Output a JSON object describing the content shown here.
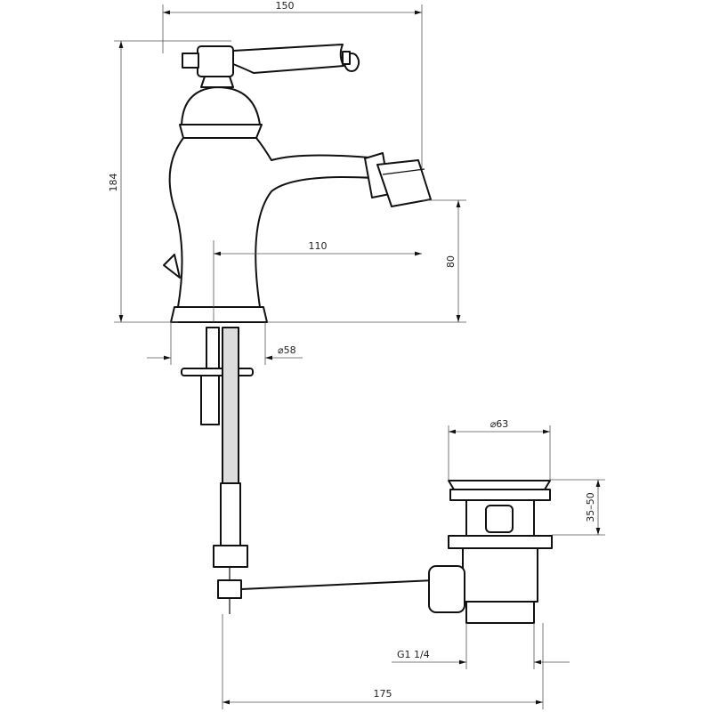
{
  "dimensions": {
    "overall_width": "150",
    "overall_height": "184",
    "spout_reach": "110",
    "spout_height": "80",
    "base_diameter": "⌀58",
    "waste_diameter": "⌀63",
    "waste_height": "35–50",
    "waste_thread": "G1 1/4",
    "rod_length": "175"
  },
  "colors": {
    "line": "#111111",
    "dimension": "#555555"
  }
}
